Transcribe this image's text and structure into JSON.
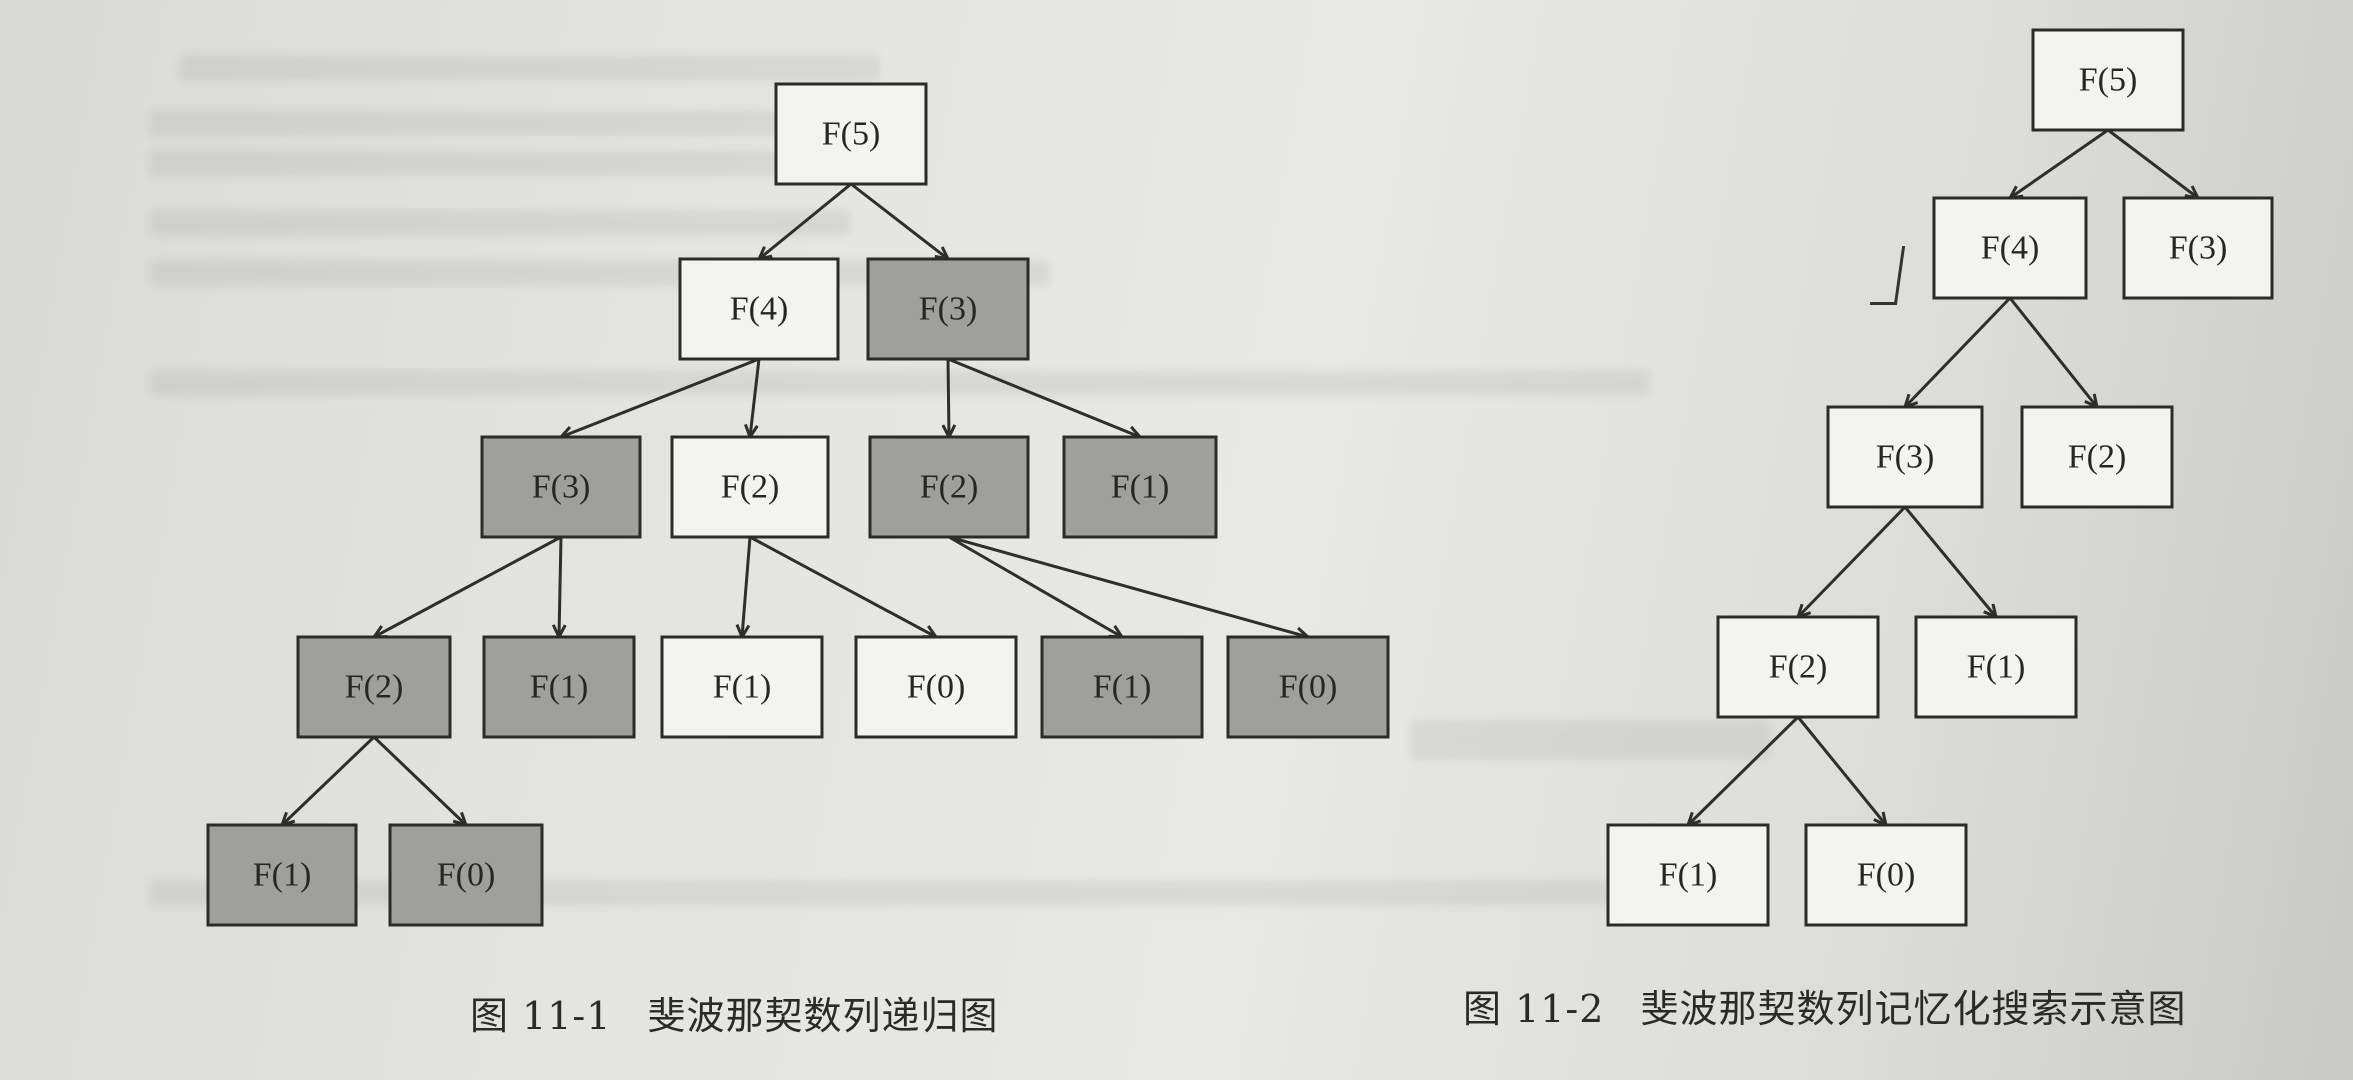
{
  "figures": [
    {
      "id": "fig1",
      "caption_number": "图 11-1",
      "caption_text": "斐波那契数列递归图",
      "nodes": [
        {
          "id": "a",
          "label": "F(5)",
          "shaded": false
        },
        {
          "id": "b",
          "label": "F(4)",
          "shaded": false
        },
        {
          "id": "c",
          "label": "F(3)",
          "shaded": true
        },
        {
          "id": "d",
          "label": "F(3)",
          "shaded": true
        },
        {
          "id": "e",
          "label": "F(2)",
          "shaded": false
        },
        {
          "id": "f",
          "label": "F(2)",
          "shaded": true
        },
        {
          "id": "g",
          "label": "F(1)",
          "shaded": true
        },
        {
          "id": "h",
          "label": "F(2)",
          "shaded": true
        },
        {
          "id": "i",
          "label": "F(1)",
          "shaded": true
        },
        {
          "id": "j",
          "label": "F(1)",
          "shaded": false
        },
        {
          "id": "k",
          "label": "F(0)",
          "shaded": false
        },
        {
          "id": "l",
          "label": "F(1)",
          "shaded": true
        },
        {
          "id": "m",
          "label": "F(0)",
          "shaded": true
        },
        {
          "id": "n",
          "label": "F(1)",
          "shaded": true
        },
        {
          "id": "o",
          "label": "F(0)",
          "shaded": true
        }
      ],
      "edges": [
        [
          "a",
          "b"
        ],
        [
          "a",
          "c"
        ],
        [
          "b",
          "d"
        ],
        [
          "b",
          "e"
        ],
        [
          "c",
          "f"
        ],
        [
          "c",
          "g"
        ],
        [
          "d",
          "h"
        ],
        [
          "d",
          "i"
        ],
        [
          "e",
          "j"
        ],
        [
          "e",
          "k"
        ],
        [
          "f",
          "l"
        ],
        [
          "f",
          "m"
        ],
        [
          "h",
          "n"
        ],
        [
          "h",
          "o"
        ]
      ]
    },
    {
      "id": "fig2",
      "caption_number": "图 11-2",
      "caption_text": "斐波那契数列记忆化搜索示意图",
      "nodes": [
        {
          "id": "a",
          "label": "F(5)",
          "shaded": false
        },
        {
          "id": "b",
          "label": "F(4)",
          "shaded": false
        },
        {
          "id": "c",
          "label": "F(3)",
          "shaded": false
        },
        {
          "id": "d",
          "label": "F(3)",
          "shaded": false
        },
        {
          "id": "e",
          "label": "F(2)",
          "shaded": false
        },
        {
          "id": "f",
          "label": "F(2)",
          "shaded": false
        },
        {
          "id": "g",
          "label": "F(1)",
          "shaded": false
        },
        {
          "id": "h",
          "label": "F(1)",
          "shaded": false
        },
        {
          "id": "i",
          "label": "F(0)",
          "shaded": false
        }
      ],
      "edges": [
        [
          "a",
          "b"
        ],
        [
          "a",
          "c"
        ],
        [
          "b",
          "d"
        ],
        [
          "b",
          "e"
        ],
        [
          "d",
          "f"
        ],
        [
          "d",
          "g"
        ],
        [
          "f",
          "h"
        ],
        [
          "f",
          "i"
        ]
      ]
    }
  ],
  "colors": {
    "box_fill": "#f3f3f0",
    "box_fill_shaded": "#9f9f9c",
    "line": "#2e2e2e"
  }
}
